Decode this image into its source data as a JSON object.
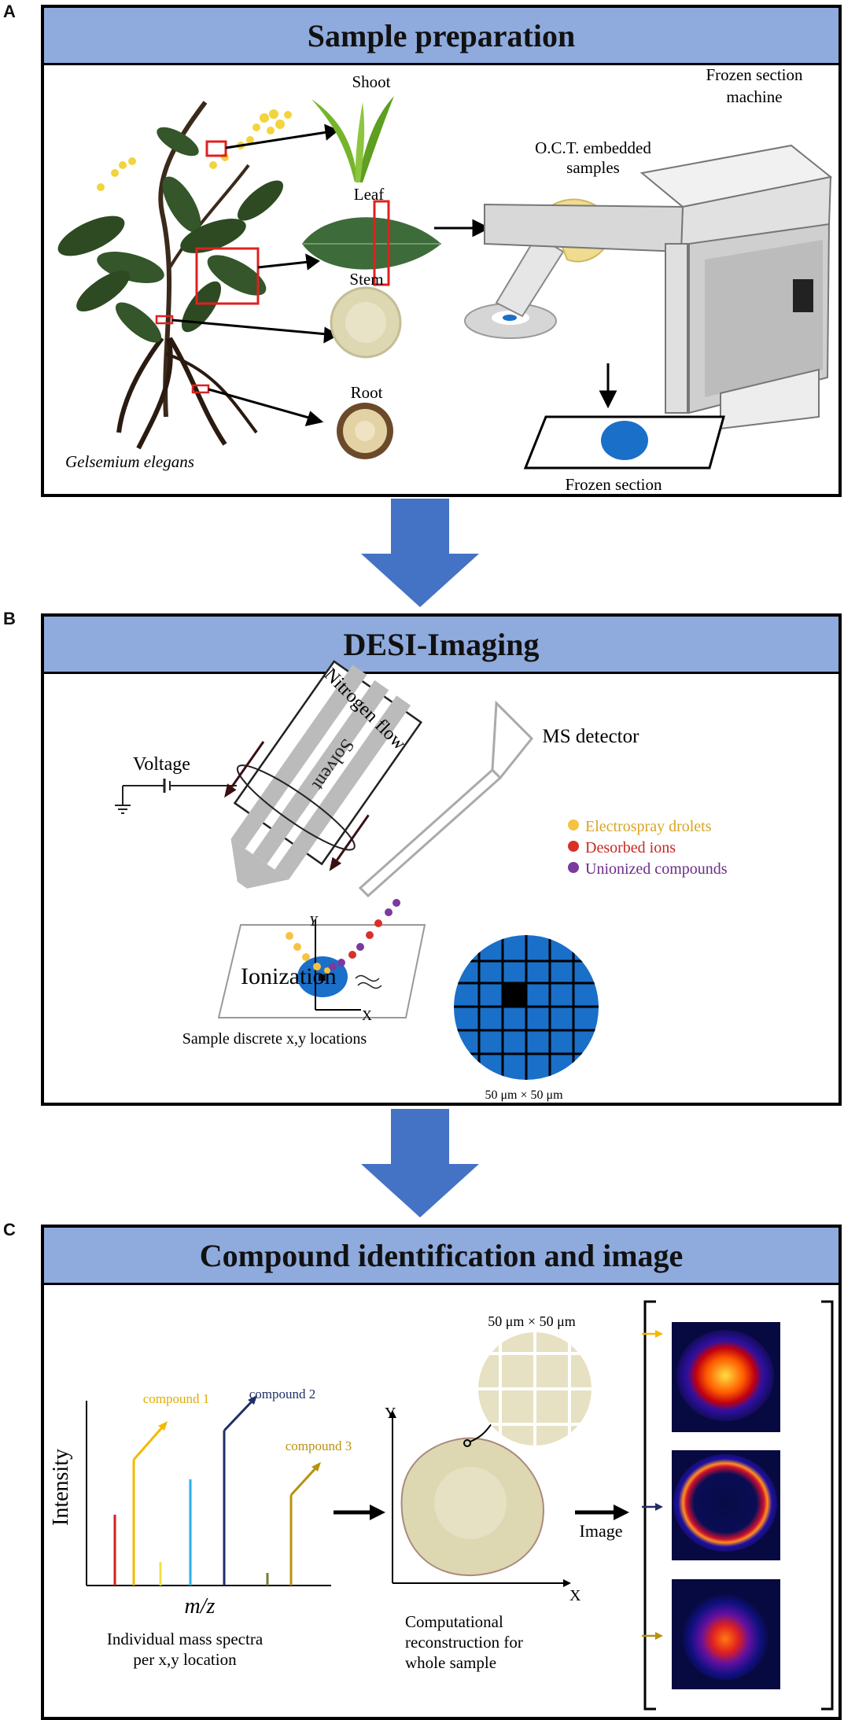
{
  "panels": {
    "a": {
      "letter": "A",
      "title": "Sample preparation",
      "labels": {
        "shoot": "Shoot",
        "leaf": "Leaf",
        "stem": "Stem",
        "root": "Root",
        "species": "Gelsemium elegans",
        "oct_line1": "O.C.T. embedded",
        "oct_line2": "samples",
        "machine_line1": "Frozen section",
        "machine_line2": "machine",
        "frozen_section": "Frozen section"
      }
    },
    "b": {
      "letter": "B",
      "title": "DESI-Imaging",
      "labels": {
        "voltage": "Voltage",
        "nitrogen": "Nitrogen flow",
        "solvent": "Solvent",
        "ms_detector": "MS detector",
        "axis_y": "Y",
        "axis_x": "X",
        "ionization": "Ionization",
        "sample_locations": "Sample discrete x,y locations",
        "pixel_size": "50 μm × 50  μm"
      },
      "legend": [
        {
          "label": "Electrospray drolets",
          "color": "#f5c242"
        },
        {
          "label": "Desorbed ions",
          "color": "#d9302a"
        },
        {
          "label": "Unionized compounds",
          "color": "#7a3a9e"
        }
      ]
    },
    "c": {
      "letter": "C",
      "title": "Compound  identification and image",
      "labels": {
        "intensity": "Intensity",
        "mz": "m/z",
        "spectra_line1": "Individual mass spectra",
        "spectra_line2": "per x,y location",
        "axis_y": "Y",
        "axis_x": "X",
        "pixel_size": "50 μm × 50 μm",
        "recon_line1": "Computational",
        "recon_line2": "reconstruction for",
        "recon_line3": "whole sample",
        "image": "Image"
      },
      "compounds": [
        {
          "label": "compound 1",
          "color": "#f5b800"
        },
        {
          "label": "compound 2",
          "color": "#1f2f66"
        },
        {
          "label": "compound 3",
          "color": "#b8920f"
        }
      ]
    }
  },
  "colors": {
    "header": "#8faadc",
    "flow_arrow": "#4472c4",
    "sample_blue": "#1a6fc9",
    "highlight_red": "#e02020"
  }
}
